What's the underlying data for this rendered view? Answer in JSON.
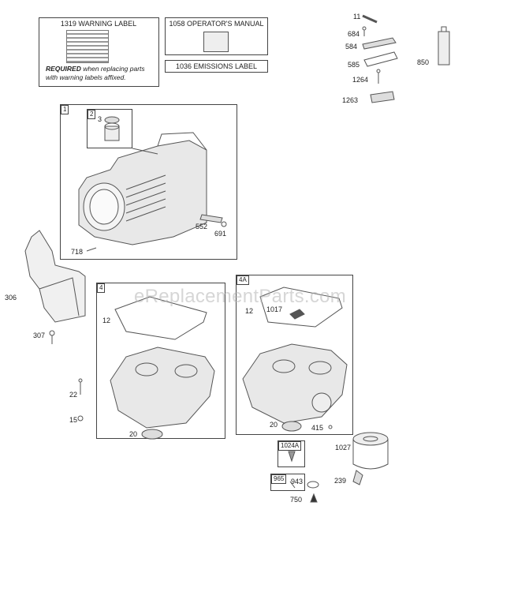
{
  "labels_box": {
    "warning_label": "1319 WARNING LABEL",
    "operators_manual": "1058 OPERATOR'S MANUAL",
    "emissions_label": "1036 EMISSIONS LABEL",
    "note_bold": "REQUIRED",
    "note_rest_line1": " when replacing parts",
    "note_line2": "with warning labels affixed."
  },
  "groups": {
    "g1": "1",
    "g2": "2",
    "g4": "4",
    "g4a": "4A",
    "g1024a": "1024A",
    "g965": "965"
  },
  "callouts": {
    "p3": "3",
    "p552": "552",
    "p691": "691",
    "p718": "718",
    "p306": "306",
    "p307": "307",
    "p12a": "12",
    "p12b": "12",
    "p1017": "1017",
    "p22": "22",
    "p15": "15",
    "p20a": "20",
    "p20b": "20",
    "p415": "415",
    "p11": "11",
    "p684": "684",
    "p584": "584",
    "p585": "585",
    "p1264": "1264",
    "p1263": "1263",
    "p850": "850",
    "p1027": "1027",
    "p943": "943",
    "p239": "239",
    "p750": "750"
  },
  "watermark": "eReplacementParts.com"
}
